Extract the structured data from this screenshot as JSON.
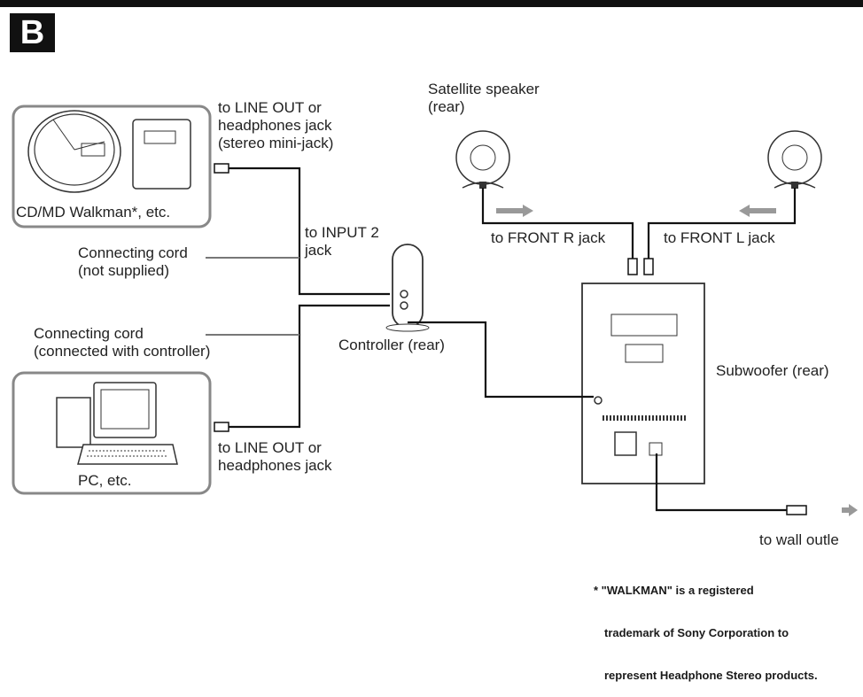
{
  "section_letter": "B",
  "labels": {
    "line_out_top": "to LINE OUT or\nheadphones jack\n(stereo mini-jack)",
    "walkman": "CD/MD Walkman*, etc.",
    "satellite": "Satellite speaker\n(rear)",
    "front_r": "to FRONT R jack",
    "front_l": "to FRONT L jack",
    "input2": "to INPUT 2\njack",
    "cord_not_supplied": "Connecting cord\n(not supplied)",
    "cord_connected": "Connecting cord\n(connected with controller)",
    "controller": "Controller (rear)",
    "subwoofer": "Subwoofer (rear)",
    "line_out_bottom": "to LINE OUT or\nheadphones jack",
    "pc": "PC, etc.",
    "wall_outlet": "to wall outle"
  },
  "footnote": [
    "* \"WALKMAN\" is a registered",
    "trademark of Sony Corporation to",
    "represent Headphone Stereo products."
  ]
}
